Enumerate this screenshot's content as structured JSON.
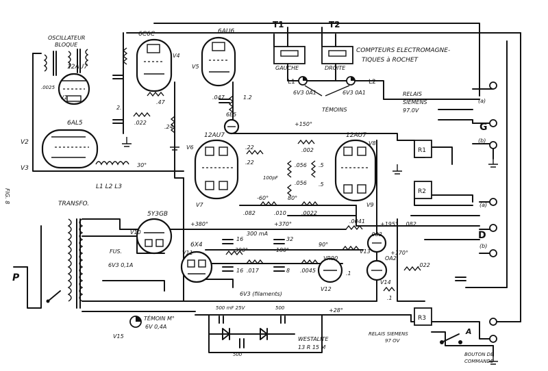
{
  "labels": {
    "oscillator": "OSCILLATEUR",
    "blocked": "BLOQUE",
    "t1": "T1",
    "t2": "T2",
    "counters_1": "COMPTEURS ELECTROMAGNE-",
    "counters_2": "TIQUES à ROCHET",
    "left_counter": "GAUCHE",
    "right_counter": "DROITE",
    "lamp1": "6V3 0A1",
    "lamp2": "6V3 0A1",
    "temoins": "TÉMOINS",
    "relay_1": "RELAIS",
    "relay_2": "SIEMENS",
    "relay_3": "97.0V",
    "tube_12au7_a": "12AU7",
    "tube_6al5": "6AL5",
    "tube_6c6c": "6C6C",
    "tube_6au6": "6AU6",
    "tube_12au7_b": "12AU7",
    "tube_12au7_c": "12AU7",
    "tube_5y3gb": "5Y3GB",
    "tube_6x4": "6X4",
    "tube_6e5": "6E5",
    "tube_vr90": "VR90",
    "tube_oa2": "OA2",
    "v1": "V1",
    "v2": "V2",
    "v3": "V3",
    "v4": "V4",
    "v5": "V5",
    "v6": "V6",
    "v7": "V7",
    "v8": "V8",
    "v9": "V9",
    "v10": "V10",
    "v11": "V11",
    "v12": "V12",
    "v13": "V13",
    "v14": "V14",
    "v15": "V15",
    "transfo": "TRANSFO.",
    "fus": "FUS.",
    "fus_val": "6V3 0,1A",
    "temoin_m": "TÉMOIN M°",
    "temoin_m_val": "6V 0,4A",
    "heater": "6V3 (filaments)",
    "westalite": "WESTALITE",
    "westalite_val": "13 R 15 M",
    "relay_bottom_1": "RELAIS SIEMENS",
    "relay_bottom_2": "97 OV",
    "button_1": "BOUTON DE",
    "button_2": "COMMANDE",
    "fig": "FIG. 8",
    "p": "P",
    "g": "G",
    "d": "D",
    "a_upper": "(a)",
    "b_upper": "(b)",
    "a_lower": "(a)",
    "b_lower": "(b)",
    "r1": "R1",
    "r2": "R2",
    "r3": "R3",
    "l1": "L1",
    "l2": "L2",
    "a_switch": "A",
    "l_labels": "L1  L2  L3",
    "v380": "+380°",
    "v370": "+370°",
    "v150": "+150°",
    "v195": "+195°",
    "v170": "+170°",
    "v28": "+28°",
    "v30": "30°",
    "v90": "90°",
    "vm60": "-60°",
    "v80": "80°",
    "vm390": "-390°",
    "vm180": "-180°",
    "c_500": "500 mF 25V",
    "c_500b": "500",
    "c_500c": "500",
    "c_16": "16",
    "c_16b": "16",
    "c_32": "32",
    "c_8": "8",
    "c_300": "300 mA",
    "r_47": ".47",
    "r_022a": ".022",
    "r_022b": ".022",
    "r_24": ".24",
    "r_047": ".047",
    "r_12": "1.2",
    "r_0025": ".0025",
    "r_2": "2.",
    "r_22a": ".22",
    "r_22b": ".22",
    "r_100pf": "100pF",
    "r_056a": ".056",
    "r_056b": ".056",
    "r_5": ".5",
    "r_5b": ".5",
    "r_010": ".010",
    "r_082a": ".082",
    "r_082b": ".082",
    "r_0022": ".0022",
    "r_0041": ".0041",
    "r_017": ".017",
    "r_0045": ".0045",
    "r_1": ".1",
    "r_1b": ".1",
    "r_002": ".002",
    "r_082c": ".082"
  }
}
